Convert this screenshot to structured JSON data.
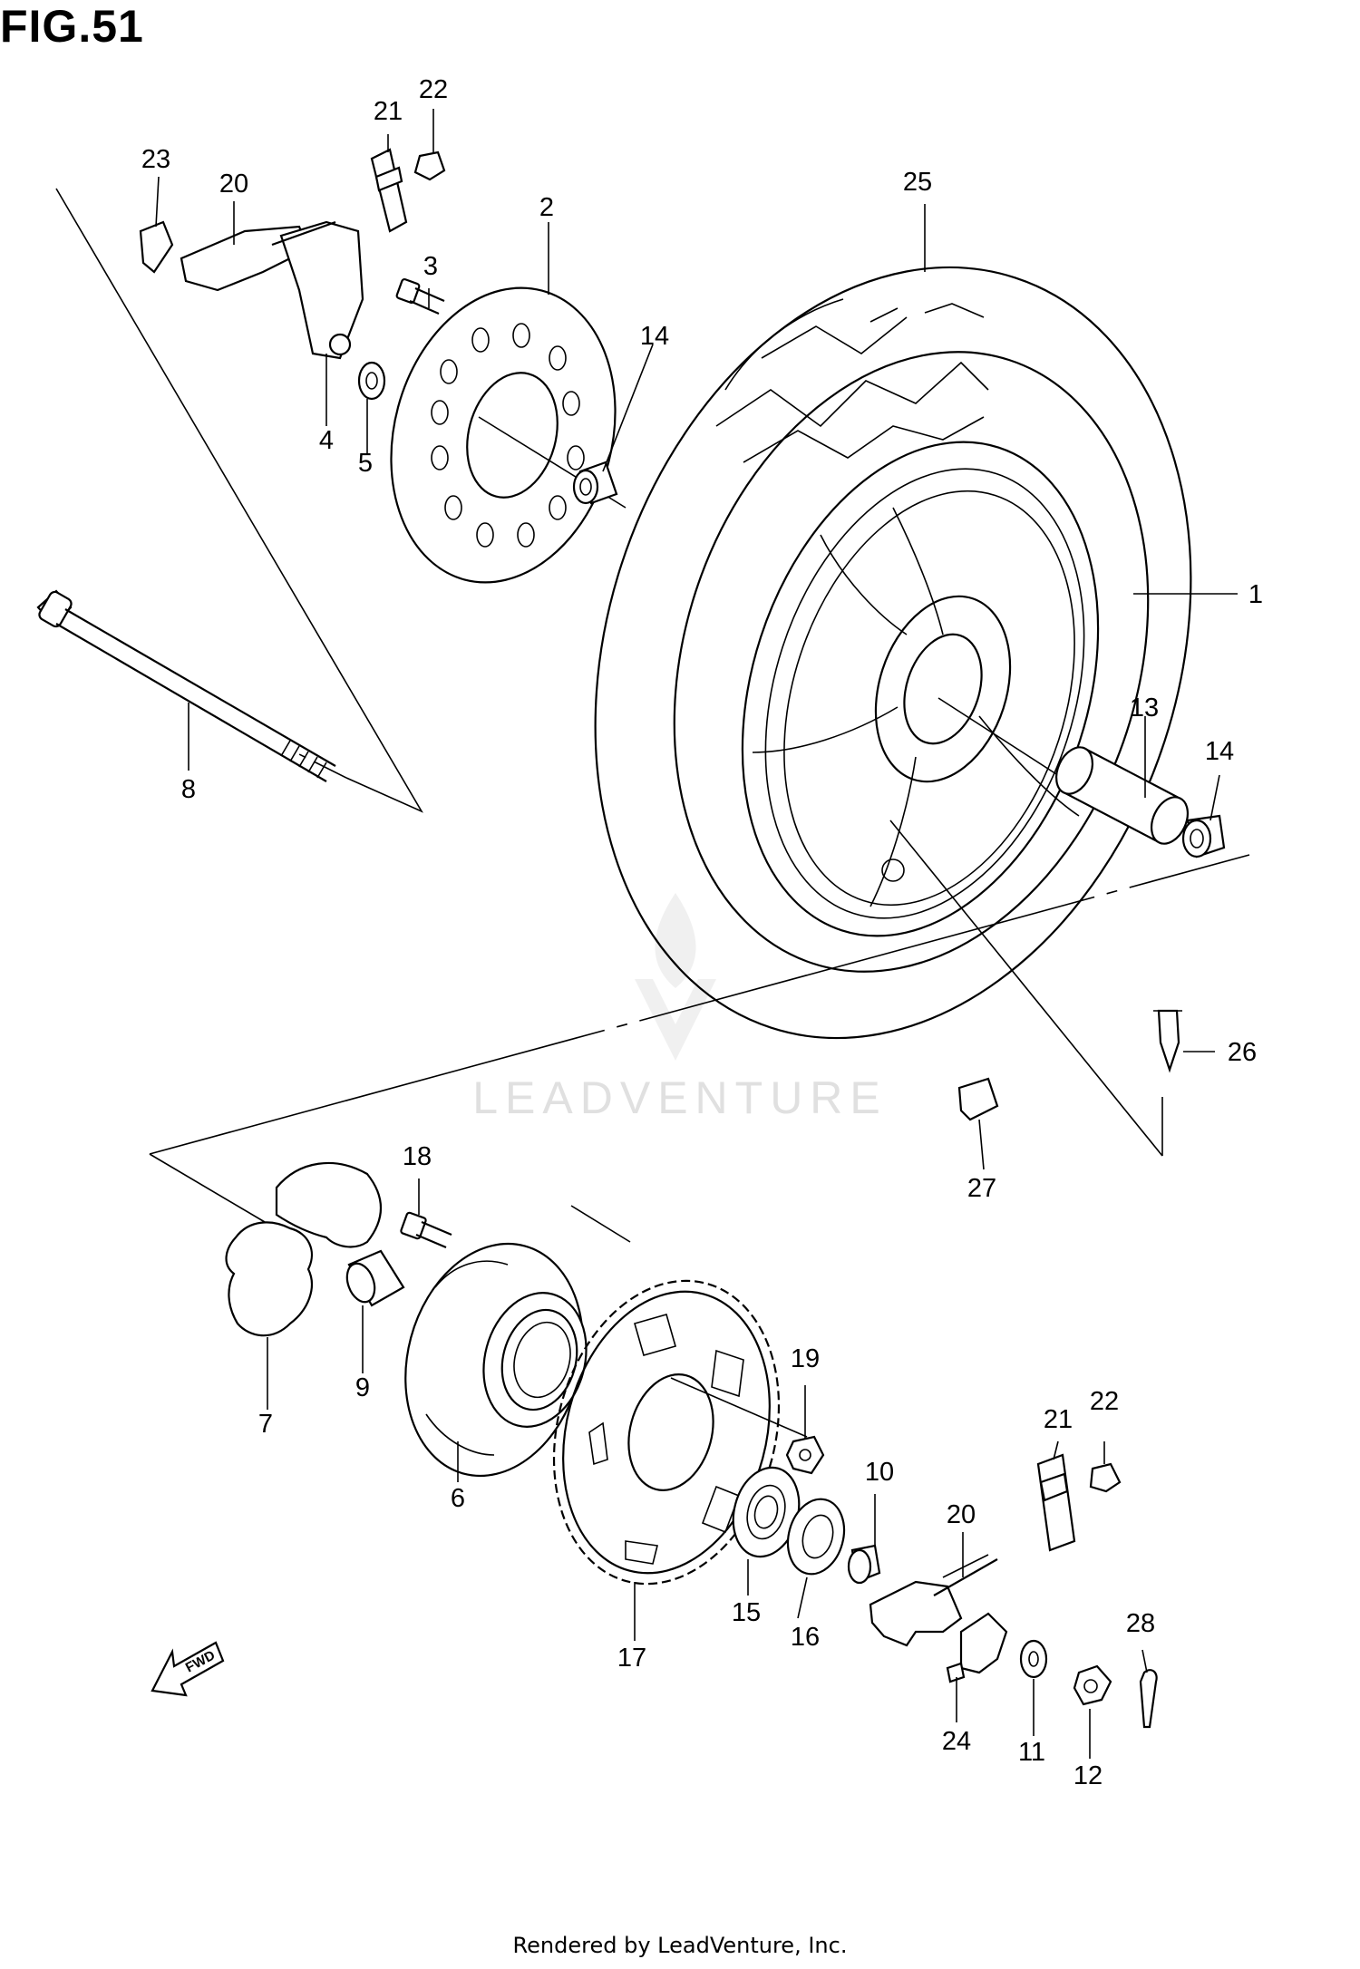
{
  "figure": {
    "title": "FIG.51"
  },
  "footer": {
    "text": "Rendered by LeadVenture, Inc."
  },
  "watermark": {
    "text": "LEADVENTURE"
  },
  "fwd_arrow": {
    "label": "FWD"
  },
  "callouts": [
    {
      "id": "c1",
      "text": "1"
    },
    {
      "id": "c2",
      "text": "2"
    },
    {
      "id": "c3",
      "text": "3"
    },
    {
      "id": "c4",
      "text": "4"
    },
    {
      "id": "c5",
      "text": "5"
    },
    {
      "id": "c6",
      "text": "6"
    },
    {
      "id": "c7",
      "text": "7"
    },
    {
      "id": "c8",
      "text": "8"
    },
    {
      "id": "c9",
      "text": "9"
    },
    {
      "id": "c10",
      "text": "10"
    },
    {
      "id": "c11",
      "text": "11"
    },
    {
      "id": "c12",
      "text": "12"
    },
    {
      "id": "c13",
      "text": "13"
    },
    {
      "id": "c14a",
      "text": "14"
    },
    {
      "id": "c14b",
      "text": "14"
    },
    {
      "id": "c15",
      "text": "15"
    },
    {
      "id": "c16",
      "text": "16"
    },
    {
      "id": "c17",
      "text": "17"
    },
    {
      "id": "c18",
      "text": "18"
    },
    {
      "id": "c19",
      "text": "19"
    },
    {
      "id": "c20a",
      "text": "20"
    },
    {
      "id": "c20b",
      "text": "20"
    },
    {
      "id": "c21a",
      "text": "21"
    },
    {
      "id": "c21b",
      "text": "21"
    },
    {
      "id": "c22a",
      "text": "22"
    },
    {
      "id": "c22b",
      "text": "22"
    },
    {
      "id": "c23",
      "text": "23"
    },
    {
      "id": "c24",
      "text": "24"
    },
    {
      "id": "c25",
      "text": "25"
    },
    {
      "id": "c26",
      "text": "26"
    },
    {
      "id": "c27",
      "text": "27"
    },
    {
      "id": "c28",
      "text": "28"
    }
  ]
}
